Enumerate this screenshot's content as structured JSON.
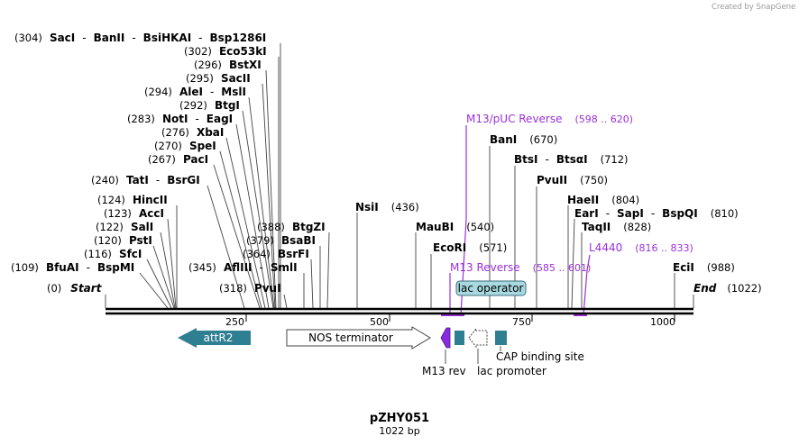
{
  "credit": "Created by SnapGene",
  "plasmid": {
    "name": "pZHY051",
    "size_label": "1022 bp",
    "length": 1022
  },
  "sites": [
    {
      "names": [
        "SacI",
        "BanII",
        "BsiHKAI",
        "Bsp1286I"
      ],
      "pos": 304,
      "pos_label": "(304)"
    },
    {
      "names": [
        "Eco53kI"
      ],
      "pos": 302,
      "pos_label": "(302)"
    },
    {
      "names": [
        "BstXI"
      ],
      "pos": 296,
      "pos_label": "(296)"
    },
    {
      "names": [
        "SacII"
      ],
      "pos": 295,
      "pos_label": "(295)"
    },
    {
      "names": [
        "AleI",
        "MslI"
      ],
      "pos": 294,
      "pos_label": "(294)"
    },
    {
      "names": [
        "BtgI"
      ],
      "pos": 292,
      "pos_label": "(292)"
    },
    {
      "names": [
        "NotI",
        "EagI"
      ],
      "pos": 283,
      "pos_label": "(283)"
    },
    {
      "names": [
        "XbaI"
      ],
      "pos": 276,
      "pos_label": "(276)"
    },
    {
      "names": [
        "SpeI"
      ],
      "pos": 270,
      "pos_label": "(270)"
    },
    {
      "names": [
        "PacI"
      ],
      "pos": 267,
      "pos_label": "(267)"
    },
    {
      "names": [
        "TatI",
        "BsrGI"
      ],
      "pos": 240,
      "pos_label": "(240)"
    },
    {
      "names": [
        "HincII"
      ],
      "pos": 124,
      "pos_label": "(124)"
    },
    {
      "names": [
        "AccI"
      ],
      "pos": 123,
      "pos_label": "(123)"
    },
    {
      "names": [
        "SalI"
      ],
      "pos": 122,
      "pos_label": "(122)"
    },
    {
      "names": [
        "PstI"
      ],
      "pos": 120,
      "pos_label": "(120)"
    },
    {
      "names": [
        "SfcI"
      ],
      "pos": 116,
      "pos_label": "(116)"
    },
    {
      "names": [
        "BfuAI",
        "BspMI"
      ],
      "pos": 109,
      "pos_label": "(109)"
    },
    {
      "names": [
        "AflIII",
        "SmlI"
      ],
      "pos": 345,
      "pos_label": "(345)"
    },
    {
      "names": [
        "PvuI"
      ],
      "pos": 318,
      "pos_label": "(318)"
    },
    {
      "names": [
        "BtgZI"
      ],
      "pos": 388,
      "pos_label": "(388)"
    },
    {
      "names": [
        "BsaBI"
      ],
      "pos": 379,
      "pos_label": "(379)"
    },
    {
      "names": [
        "BsrFI"
      ],
      "pos": 364,
      "pos_label": "(364)"
    },
    {
      "names": [
        "NsiI"
      ],
      "pos": 436,
      "pos_label": "(436)"
    },
    {
      "names": [
        "MauBI"
      ],
      "pos": 540,
      "pos_label": "(540)"
    },
    {
      "names": [
        "EcoRI"
      ],
      "pos": 571,
      "pos_label": "(571)"
    },
    {
      "names": [
        "BanI"
      ],
      "pos": 670,
      "pos_label": "(670)"
    },
    {
      "names": [
        "BtsI",
        "BtsαI"
      ],
      "pos": 712,
      "pos_label": "(712)"
    },
    {
      "names": [
        "PvuII"
      ],
      "pos": 750,
      "pos_label": "(750)"
    },
    {
      "names": [
        "HaeII"
      ],
      "pos": 804,
      "pos_label": "(804)"
    },
    {
      "names": [
        "EarI",
        "SapI",
        "BspQI"
      ],
      "pos": 810,
      "pos_label": "(810)"
    },
    {
      "names": [
        "TaqII"
      ],
      "pos": 828,
      "pos_label": "(828)"
    },
    {
      "names": [
        "EciI"
      ],
      "pos": 988,
      "pos_label": "(988)"
    }
  ],
  "ends": {
    "start": {
      "name": "Start",
      "pos_label": "(0)"
    },
    "end": {
      "name": "End",
      "pos_label": "(1022)"
    }
  },
  "primers": [
    {
      "name": "M13/pUC Reverse",
      "range": "(598 .. 620)"
    },
    {
      "name": "M13 Reverse",
      "range": "(585 .. 601)"
    },
    {
      "name": "L4440",
      "range": "(816 .. 833)"
    }
  ],
  "ticks": [
    "250",
    "500",
    "750",
    "1000"
  ],
  "features": {
    "attR2": "attR2",
    "nos": "NOS terminator",
    "lac_operator": "lac operator",
    "m13_rev": "M13 rev",
    "lac_promoter": "lac promoter",
    "cap": "CAP binding site"
  },
  "colors": {
    "primer": "#9b30d9",
    "feature_teal": "#2f7f93",
    "lac_operator_fill": "#a8d8e0",
    "m13_rev_fill": "#8a2be2"
  }
}
